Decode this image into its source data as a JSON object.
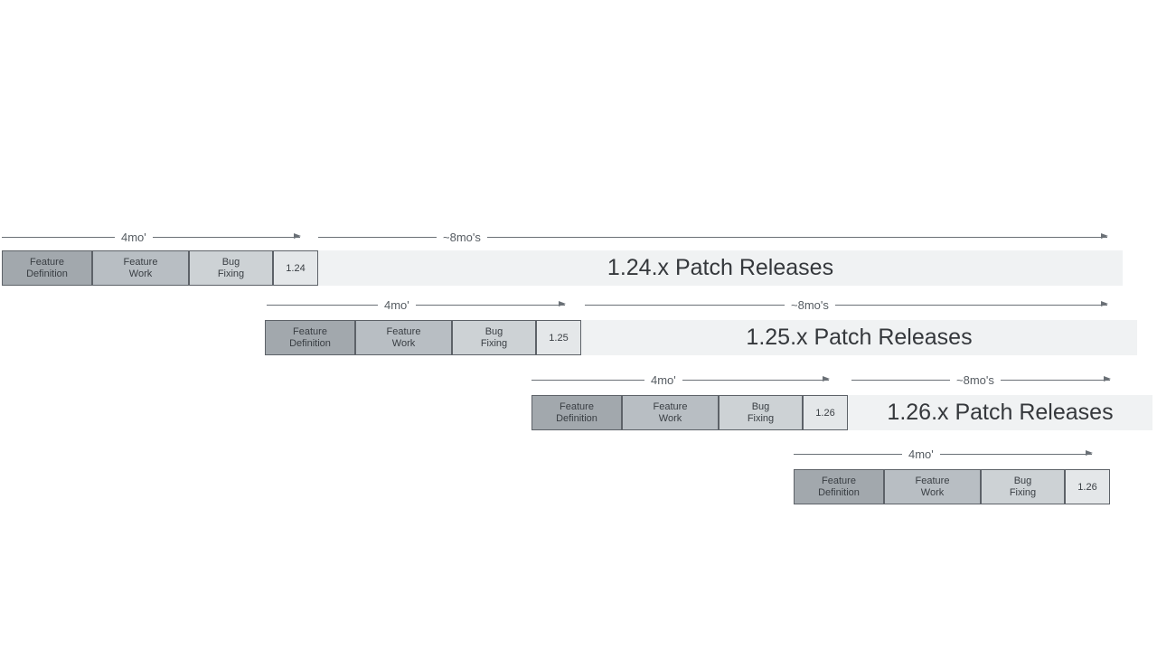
{
  "colors": {
    "feature_definition_fill": "#a2a8ad",
    "feature_work_fill": "#b8bec3",
    "bug_fixing_fill": "#cdd2d5",
    "version_fill": "#e4e7e9",
    "patch_bar_fill": "#f0f2f3",
    "box_border": "#5d6268",
    "arrow": "#6a7076"
  },
  "rows": [
    {
      "version": "1.24",
      "phases": [
        "Feature Definition",
        "Feature Work",
        "Bug Fixing"
      ],
      "dev_duration_label": "4mo'",
      "patch_duration_label": "~8mo's",
      "patch_bar_title": "1.24.x Patch Releases"
    },
    {
      "version": "1.25",
      "phases": [
        "Feature Definition",
        "Feature Work",
        "Bug Fixing"
      ],
      "dev_duration_label": "4mo'",
      "patch_duration_label": "~8mo's",
      "patch_bar_title": "1.25.x Patch Releases"
    },
    {
      "version": "1.26",
      "phases": [
        "Feature Definition",
        "Feature Work",
        "Bug Fixing"
      ],
      "dev_duration_label": "4mo'",
      "patch_duration_label": "~8mo's",
      "patch_bar_title": "1.26.x Patch Releases"
    },
    {
      "version": "1.26",
      "phases": [
        "Feature Definition",
        "Feature Work",
        "Bug Fixing"
      ],
      "dev_duration_label": "4mo'"
    }
  ]
}
